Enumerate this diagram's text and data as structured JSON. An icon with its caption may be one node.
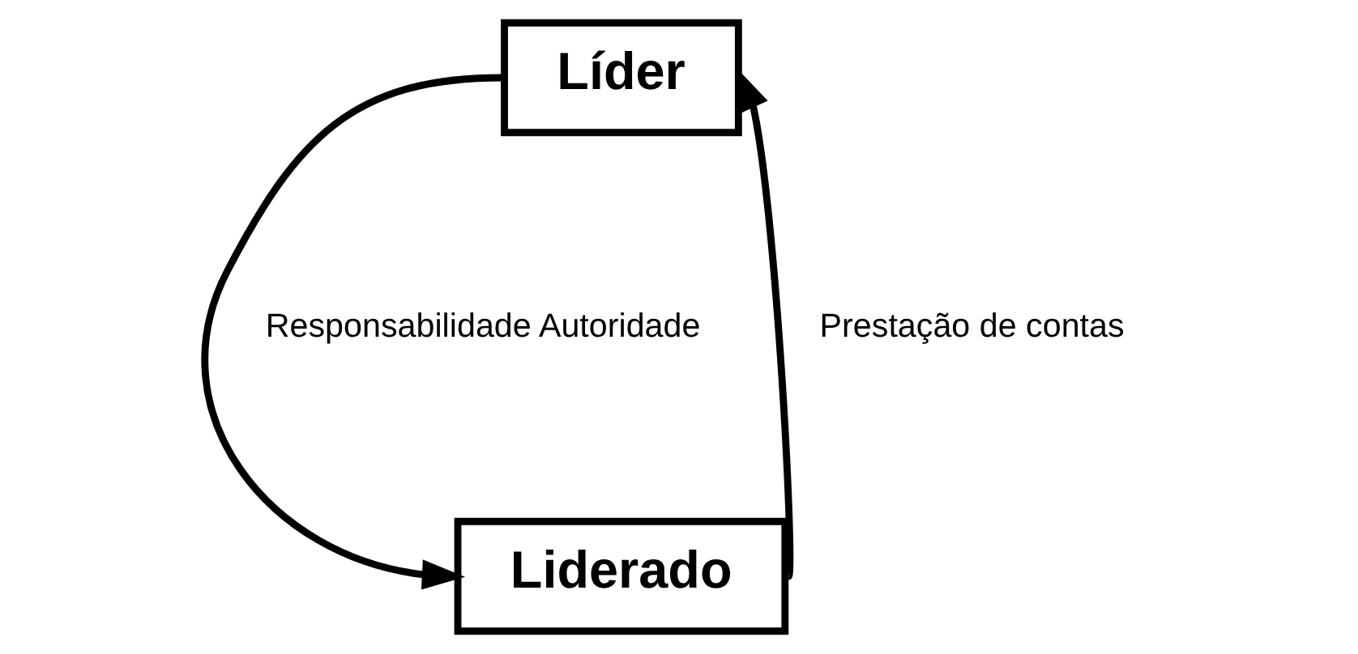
{
  "diagram": {
    "nodes": [
      {
        "text": [
          "Líder"
        ]
      },
      {
        "text": [
          "Liderado"
        ]
      }
    ],
    "edges": [
      {
        "from": 0,
        "to": 1,
        "arrow": "to",
        "label": "Responsabilidade Autoridade"
      },
      {
        "from": 1,
        "to": 0,
        "arrow": "to",
        "label": "Prestação de contas"
      }
    ]
  }
}
